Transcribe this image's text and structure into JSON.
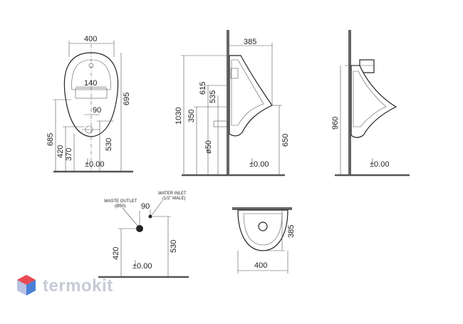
{
  "front_view": {
    "width": "400",
    "inner_width": "140",
    "offset": "90",
    "total_height": "695",
    "height_685": "685",
    "height_420": "420",
    "height_370": "370",
    "height_530": "530",
    "floor": "±0.00"
  },
  "side_view": {
    "depth": "385",
    "height_1030": "1030",
    "height_615": "615",
    "height_535": "535",
    "height_350": "350",
    "diameter": "ø50",
    "height_650": "650",
    "floor": "±0.00"
  },
  "alt_side_view": {
    "height_960": "960",
    "floor": "±0.00"
  },
  "connections": {
    "waste_label_1": "WASTE OUTLET",
    "waste_label_2": "(Ø50)",
    "water_label_1": "WATER INLET",
    "water_label_2": "(1/2\" MALE)",
    "offset": "90",
    "height_420": "420",
    "height_530": "530",
    "floor": "±0.00"
  },
  "top_view": {
    "depth": "385",
    "width": "400"
  },
  "brand": {
    "name": "termokit",
    "logo_colors": [
      "#e84a55",
      "#4a7fd6",
      "#b8c3e3"
    ]
  }
}
